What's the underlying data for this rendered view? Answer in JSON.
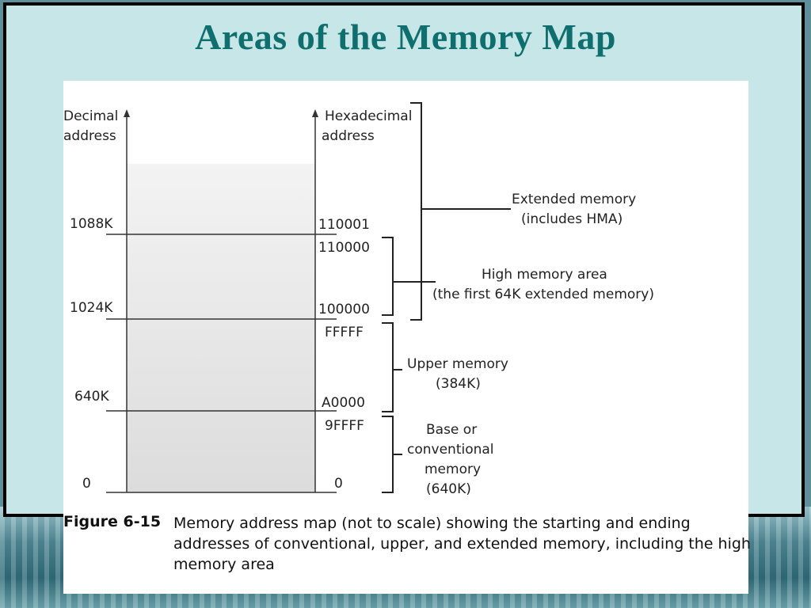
{
  "title": "Areas of the Memory Map",
  "diagram": {
    "decimal_axis_label": [
      "Decimal",
      "address"
    ],
    "hex_axis_label": [
      "Hexadecimal",
      "address"
    ],
    "decimal_ticks": [
      "1088K",
      "1024K",
      "640K",
      "0"
    ],
    "hex_ticks": [
      "110001",
      "110000",
      "100000",
      "FFFFF",
      "A0000",
      "9FFFF",
      "0"
    ],
    "regions": {
      "extended": [
        "Extended memory",
        "(includes HMA)"
      ],
      "hma": [
        "High memory area",
        "(the first 64K extended memory)"
      ],
      "upper": [
        "Upper memory",
        "(384K)"
      ],
      "base": [
        "Base or",
        "conventional",
        "memory",
        "(640K)"
      ]
    }
  },
  "caption": {
    "label": "Figure 6-15",
    "text": "Memory address map (not to scale) showing the starting and ending addresses of conventional, upper, and extended memory, including the high memory area"
  },
  "colors": {
    "title": "#0f6e6e",
    "slide_bg": "#c6e6e8"
  }
}
